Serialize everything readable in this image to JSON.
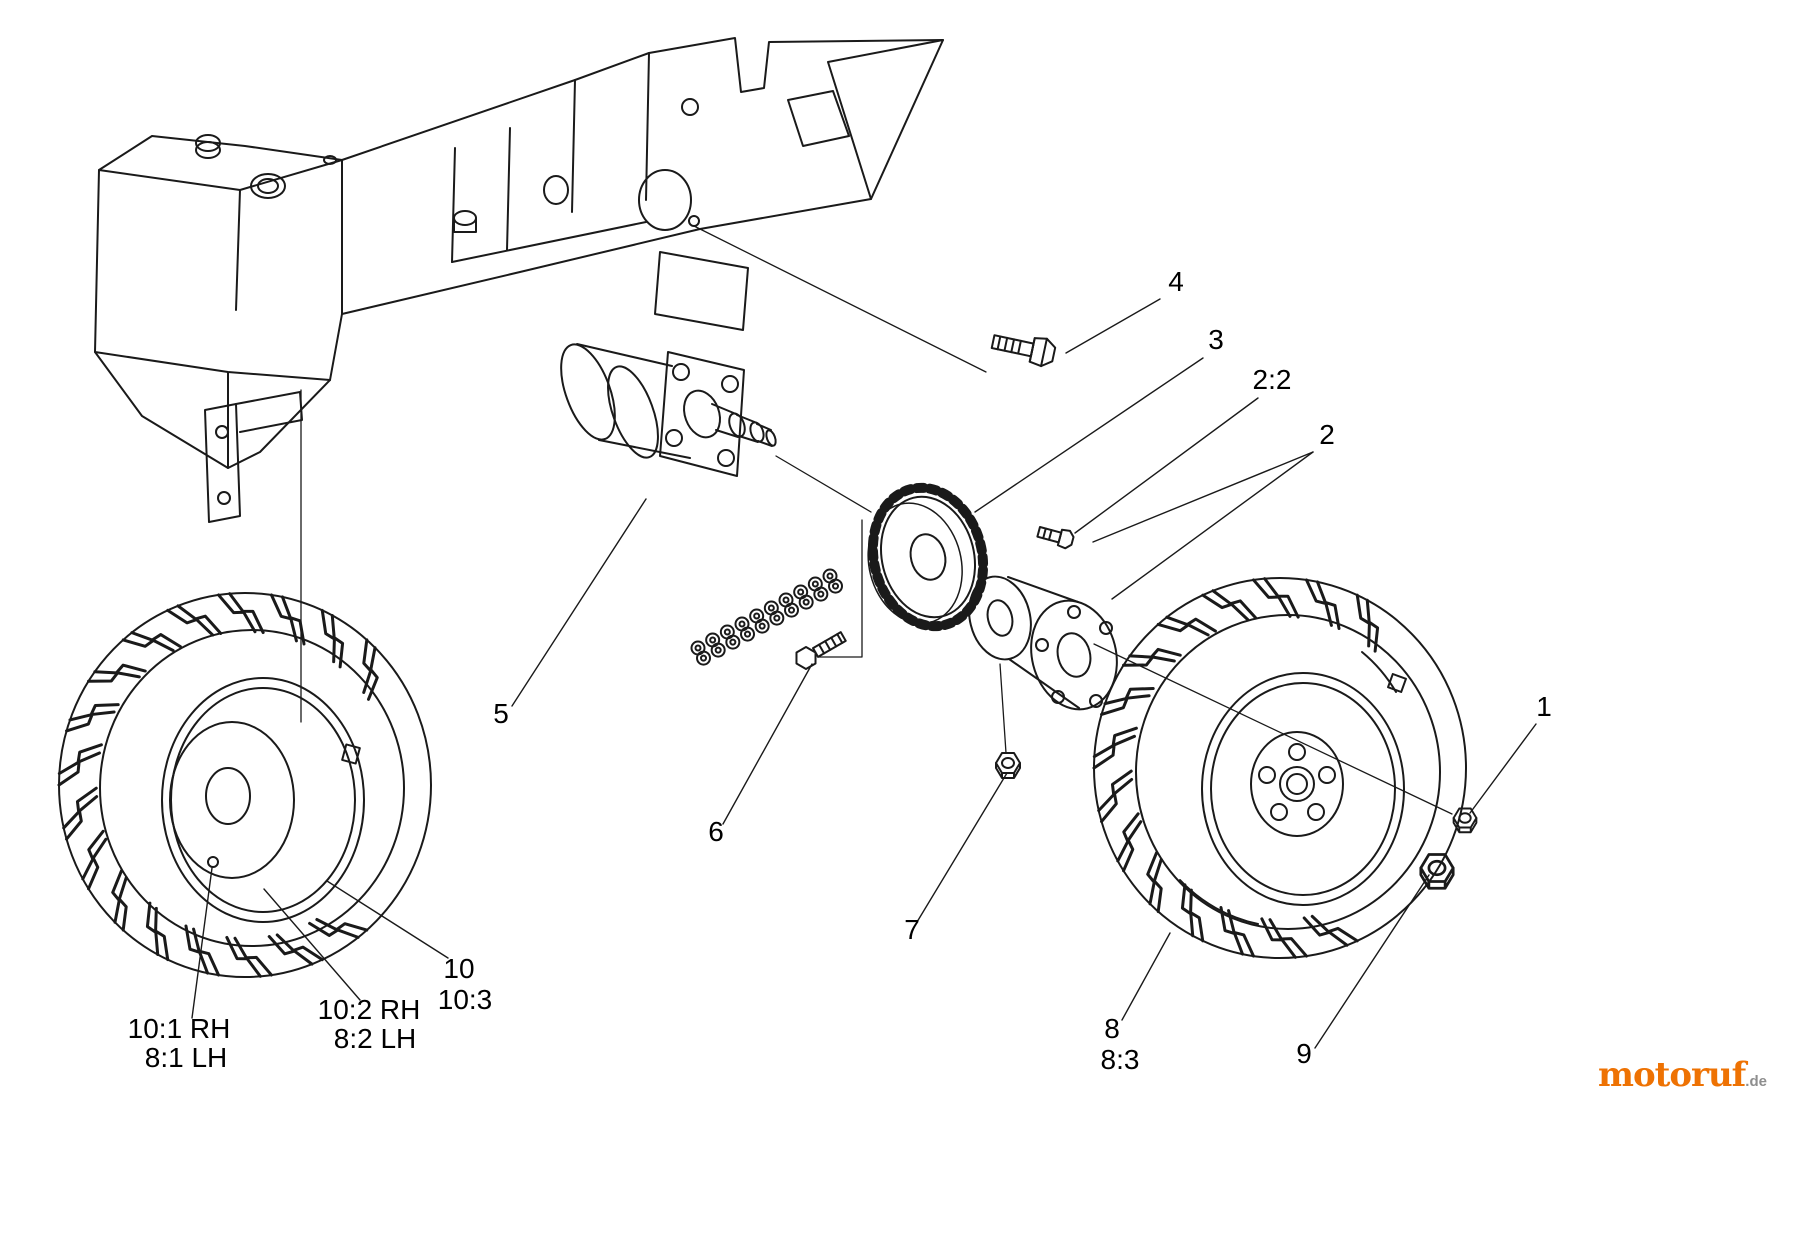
{
  "page": {
    "background": "#ffffff",
    "line_color": "#1a1a1a"
  },
  "callouts": {
    "n1": "1",
    "n2": "2",
    "n2_2": "2:2",
    "n3": "3",
    "n4": "4",
    "n5": "5",
    "n6": "6",
    "n7": "7",
    "n8": "8",
    "n8_3": "8:3",
    "n9": "9",
    "n10": "10",
    "n10_3": "10:3",
    "n10_1_rh": "10:1 RH",
    "n8_1_lh": "8:1 LH",
    "n10_2_rh": "10:2 RH",
    "n8_2_lh": "8:2 LH"
  },
  "watermark": {
    "brand": "motoruf",
    "tld": ".de",
    "brand_color": "#ee7203",
    "tld_color": "#8e8e8e"
  }
}
